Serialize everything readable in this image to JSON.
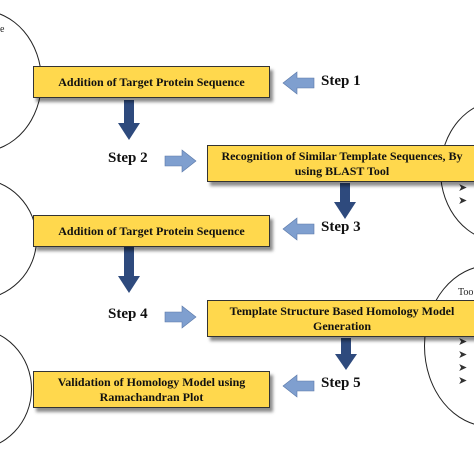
{
  "colors": {
    "box_fill": "#ffd84d",
    "down_arrow": "#2e4a7d",
    "side_arrow": "#7f9fcf"
  },
  "circles": {
    "top_left_partial": "e",
    "right_tool_partial": "Too",
    "bullet_glyph_upper": "➤",
    "bullet_glyph_lower": "➤"
  },
  "flow": {
    "box1": "Addition of Target Protein Sequence",
    "box2": "Recognition of Similar Template Sequences, By using BLAST Tool",
    "box3": "Addition of Target Protein Sequence",
    "box4": "Template Structure Based Homology Model Generation",
    "box5": "Validation of Homology Model using Ramachandran Plot"
  },
  "steps": {
    "step1": "Step 1",
    "step2": "Step 2",
    "step3": "Step 3",
    "step4": "Step 4",
    "step5": "Step 5"
  }
}
